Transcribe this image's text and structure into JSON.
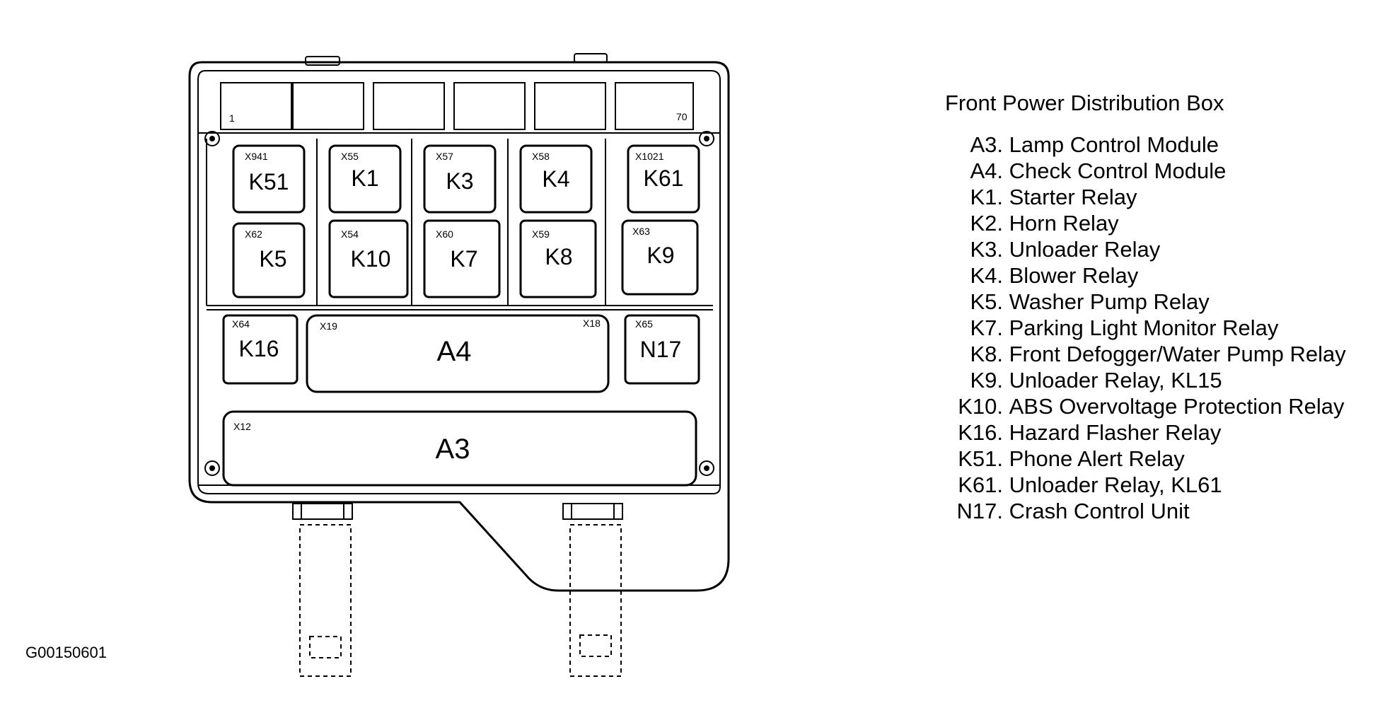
{
  "legend": {
    "title": "Front Power Distribution Box",
    "items": [
      {
        "code": "A3.",
        "desc": "Lamp Control Module"
      },
      {
        "code": "A4.",
        "desc": "Check Control Module"
      },
      {
        "code": "K1.",
        "desc": "Starter Relay"
      },
      {
        "code": "K2.",
        "desc": "Horn Relay"
      },
      {
        "code": "K3.",
        "desc": "Unloader Relay"
      },
      {
        "code": "K4.",
        "desc": "Blower Relay"
      },
      {
        "code": "K5.",
        "desc": "Washer Pump Relay"
      },
      {
        "code": "K7.",
        "desc": "Parking Light Monitor Relay"
      },
      {
        "code": "K8.",
        "desc": "Front Defogger/Water Pump Relay"
      },
      {
        "code": "K9.",
        "desc": "Unloader Relay, KL15"
      },
      {
        "code": "K10.",
        "desc": "ABS Overvoltage Protection Relay"
      },
      {
        "code": "K16.",
        "desc": "Hazard Flasher Relay"
      },
      {
        "code": "K51.",
        "desc": "Phone Alert Relay"
      },
      {
        "code": "K61.",
        "desc": "Unloader Relay, KL61"
      },
      {
        "code": "N17.",
        "desc": "Crash Control Unit"
      }
    ]
  },
  "figure_id": "G00150601",
  "box": {
    "fuse_marks": {
      "first": "1",
      "last": "70"
    },
    "relays": [
      {
        "name": "K51",
        "connector": "X941"
      },
      {
        "name": "K1",
        "connector": "X55"
      },
      {
        "name": "K3",
        "connector": "X57"
      },
      {
        "name": "K4",
        "connector": "X58"
      },
      {
        "name": "K61",
        "connector": "X1021"
      },
      {
        "name": "K5",
        "connector": "X62"
      },
      {
        "name": "K10",
        "connector": "X54"
      },
      {
        "name": "K7",
        "connector": "X60"
      },
      {
        "name": "K8",
        "connector": "X59"
      },
      {
        "name": "K9",
        "connector": "X63"
      },
      {
        "name": "K16",
        "connector": "X64"
      },
      {
        "name": "N17",
        "connector": "X65"
      }
    ],
    "modules": [
      {
        "name": "A4",
        "connector_left": "X19",
        "connector_right": "X18"
      },
      {
        "name": "A3",
        "connector_left": "X12"
      }
    ]
  }
}
